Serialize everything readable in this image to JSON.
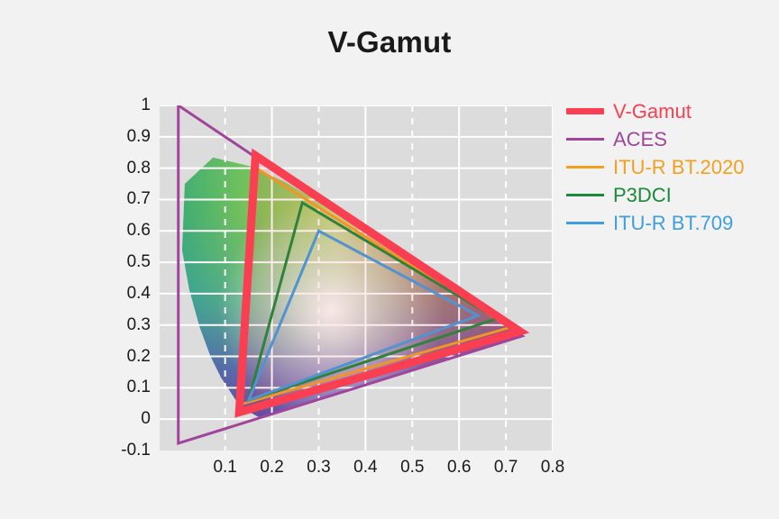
{
  "chart_data": {
    "type": "line",
    "title": "V-Gamut",
    "subtitle": "",
    "xlabel": "",
    "ylabel": "",
    "xlim": [
      -0.04,
      0.8
    ],
    "ylim": [
      -0.1,
      1.0
    ],
    "grid": true,
    "legend_position": "right",
    "background": "#dcdcdc",
    "page_background": "#f2f2f2",
    "xticks": [
      0.1,
      0.2,
      0.3,
      0.4,
      0.5,
      0.6,
      0.7,
      0.8
    ],
    "xtick_labels": [
      "0.1",
      "0.2",
      "0.3",
      "0.4",
      "0.5",
      "0.6",
      "0.7",
      "0.8"
    ],
    "yticks": [
      -0.1,
      0,
      0.1,
      0.2,
      0.3,
      0.4,
      0.5,
      0.6,
      0.7,
      0.8,
      0.9,
      1
    ],
    "ytick_labels": [
      "-0.1",
      "0",
      "0.1",
      "0.2",
      "0.3",
      "0.4",
      "0.5",
      "0.6",
      "0.7",
      "0.8",
      "0.9",
      "1"
    ],
    "series": [
      {
        "name": "V-Gamut",
        "color": "#fa3f52",
        "width": 9,
        "primaries": {
          "red": [
            0.73,
            0.28
          ],
          "green": [
            0.165,
            0.84
          ],
          "blue": [
            0.1,
            -0.03
          ]
        },
        "points": [
          [
            0.73,
            0.28
          ],
          [
            0.165,
            0.84
          ],
          [
            0.13,
            0.022
          ],
          [
            0.73,
            0.28
          ]
        ]
      },
      {
        "name": "ACES",
        "color": "#a0459b",
        "width": 3,
        "primaries": {
          "red": [
            0.735,
            0.265
          ],
          "green": [
            0.0,
            1.0
          ],
          "blue": [
            0.0,
            -0.077
          ]
        },
        "points": [
          [
            0.735,
            0.265
          ],
          [
            0.0,
            1.0
          ],
          [
            0.0,
            -0.077
          ],
          [
            0.735,
            0.265
          ]
        ]
      },
      {
        "name": "ITU-R BT.2020",
        "color": "#f2a01e",
        "width": 3,
        "primaries": {
          "red": [
            0.708,
            0.292
          ],
          "green": [
            0.17,
            0.797
          ],
          "blue": [
            0.131,
            0.046
          ]
        },
        "points": [
          [
            0.708,
            0.292
          ],
          [
            0.17,
            0.797
          ],
          [
            0.131,
            0.046
          ],
          [
            0.708,
            0.292
          ]
        ]
      },
      {
        "name": "P3DCI",
        "color": "#1a8a3a",
        "width": 3,
        "primaries": {
          "red": [
            0.68,
            0.32
          ],
          "green": [
            0.265,
            0.69
          ],
          "blue": [
            0.15,
            0.06
          ]
        },
        "points": [
          [
            0.68,
            0.32
          ],
          [
            0.265,
            0.69
          ],
          [
            0.15,
            0.06
          ],
          [
            0.68,
            0.32
          ]
        ]
      },
      {
        "name": "ITU-R BT.709",
        "color": "#3f9ede",
        "width": 3,
        "primaries": {
          "red": [
            0.64,
            0.33
          ],
          "green": [
            0.3,
            0.6
          ],
          "blue": [
            0.15,
            0.06
          ]
        },
        "points": [
          [
            0.64,
            0.33
          ],
          [
            0.3,
            0.6
          ],
          [
            0.15,
            0.06
          ],
          [
            0.64,
            0.33
          ]
        ]
      }
    ],
    "spectral_locus": {
      "description": "CIE 1931 xy chromaticity horseshoe",
      "points": [
        [
          0.1741,
          0.005
        ],
        [
          0.144,
          0.0297
        ],
        [
          0.1241,
          0.0578
        ],
        [
          0.0913,
          0.1327
        ],
        [
          0.0687,
          0.2007
        ],
        [
          0.0454,
          0.295
        ],
        [
          0.0235,
          0.4127
        ],
        [
          0.0082,
          0.5384
        ],
        [
          0.0139,
          0.7502
        ],
        [
          0.0743,
          0.8338
        ],
        [
          0.1547,
          0.8059
        ],
        [
          0.2296,
          0.7543
        ],
        [
          0.3016,
          0.6923
        ],
        [
          0.3731,
          0.6245
        ],
        [
          0.4441,
          0.5547
        ],
        [
          0.5125,
          0.4866
        ],
        [
          0.5752,
          0.4242
        ],
        [
          0.627,
          0.3725
        ],
        [
          0.6658,
          0.334
        ],
        [
          0.6915,
          0.3083
        ],
        [
          0.7079,
          0.292
        ],
        [
          0.7347,
          0.2653
        ]
      ]
    }
  },
  "legend": {
    "items": [
      {
        "label": "V-Gamut",
        "color": "#fa3f52"
      },
      {
        "label": "ACES",
        "color": "#a0459b"
      },
      {
        "label": "ITU-R BT.2020",
        "color": "#f2a01e"
      },
      {
        "label": "P3DCI",
        "color": "#1a8a3a"
      },
      {
        "label": "ITU-R BT.709",
        "color": "#3f9ede"
      }
    ]
  }
}
